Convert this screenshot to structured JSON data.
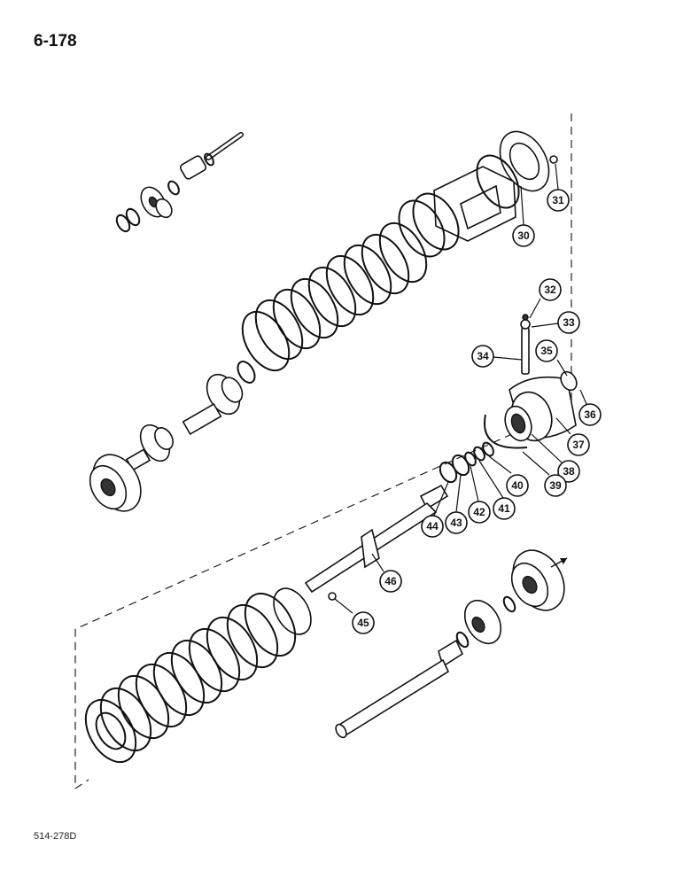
{
  "page": {
    "page_number": "6-178",
    "drawing_code": "514-278D"
  },
  "callouts": [
    {
      "id": "c30",
      "label": "30"
    },
    {
      "id": "c31",
      "label": "31"
    },
    {
      "id": "c32",
      "label": "32"
    },
    {
      "id": "c33",
      "label": "33"
    },
    {
      "id": "c34",
      "label": "34"
    },
    {
      "id": "c35",
      "label": "35"
    },
    {
      "id": "c36",
      "label": "36"
    },
    {
      "id": "c37",
      "label": "37"
    },
    {
      "id": "c38",
      "label": "38"
    },
    {
      "id": "c39",
      "label": "39"
    },
    {
      "id": "c40",
      "label": "40"
    },
    {
      "id": "c41",
      "label": "41"
    },
    {
      "id": "c42",
      "label": "42"
    },
    {
      "id": "c43",
      "label": "43"
    },
    {
      "id": "c44",
      "label": "44"
    },
    {
      "id": "c45",
      "label": "45"
    },
    {
      "id": "c46",
      "label": "46"
    }
  ]
}
